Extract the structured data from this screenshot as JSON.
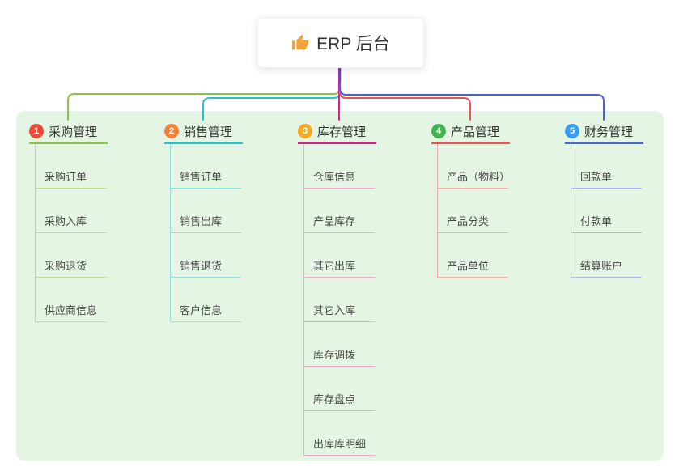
{
  "root": {
    "title": "ERP 后台",
    "icon": "thumbs-up"
  },
  "connector_color": "#4b57c8",
  "panel_color": "#e4f5e3",
  "branches": [
    {
      "num": "1",
      "title": "采购管理",
      "badge_color": "#ea4b35",
      "line_color": "#8ac24a",
      "child_line_color": "#bedd94",
      "children": [
        "采购订单",
        "采购入库",
        "采购退货",
        "供应商信息"
      ]
    },
    {
      "num": "2",
      "title": "销售管理",
      "badge_color": "#f58234",
      "line_color": "#21c5c8",
      "child_line_color": "#93e0e2",
      "children": [
        "销售订单",
        "销售出库",
        "销售退货",
        "客户信息"
      ]
    },
    {
      "num": "3",
      "title": "库存管理",
      "badge_color": "#f8a824",
      "line_color": "#d92088",
      "child_line_color": "#f2a8cd",
      "children": [
        "仓库信息",
        "产品库存",
        "其它出库",
        "其它入库",
        "库存调拨",
        "库存盘点",
        "出库库明细"
      ]
    },
    {
      "num": "4",
      "title": "产品管理",
      "badge_color": "#3eb54e",
      "line_color": "#ef5350",
      "child_line_color": "#f6abab",
      "children": [
        "产品（物料）",
        "产品分类",
        "产品单位"
      ]
    },
    {
      "num": "5",
      "title": "财务管理",
      "badge_color": "#359df2",
      "line_color": "#4a63d3",
      "child_line_color": "#aab6ea",
      "children": [
        "回款单",
        "付款单",
        "结算账户"
      ]
    }
  ]
}
